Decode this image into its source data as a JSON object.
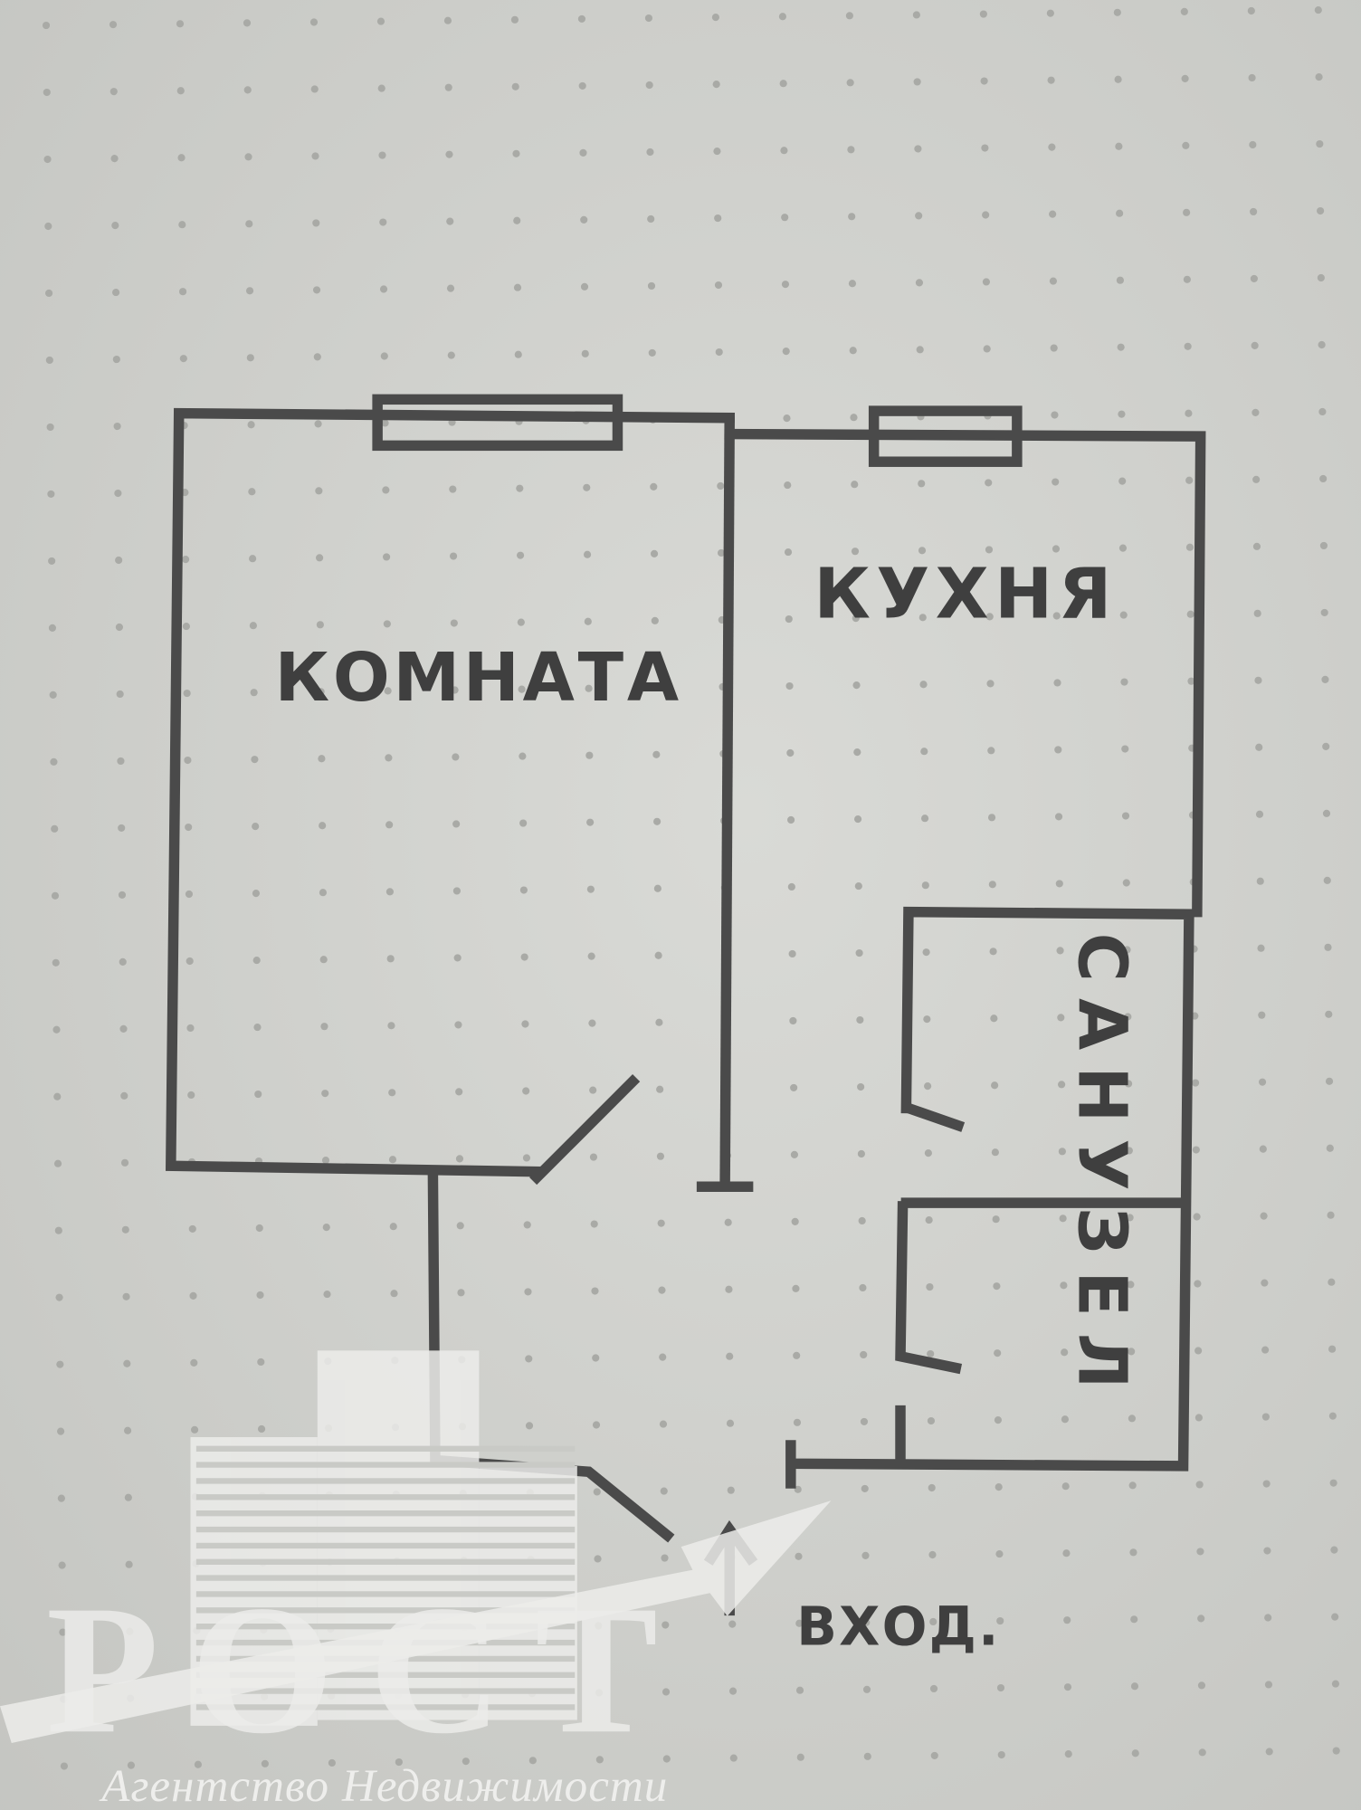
{
  "labels": {
    "room": "КОМНАТА",
    "kitchen": "КУХНЯ",
    "bathroom": "САНУЗЕЛ",
    "entrance": "ВХОД."
  },
  "watermark": {
    "brand": "РОСТ",
    "tagline": "Агентство Недвижимости"
  },
  "colors": {
    "paper": "#cfd0cc",
    "ink": "#4a4a4a",
    "dots": "#a9aaa6"
  }
}
